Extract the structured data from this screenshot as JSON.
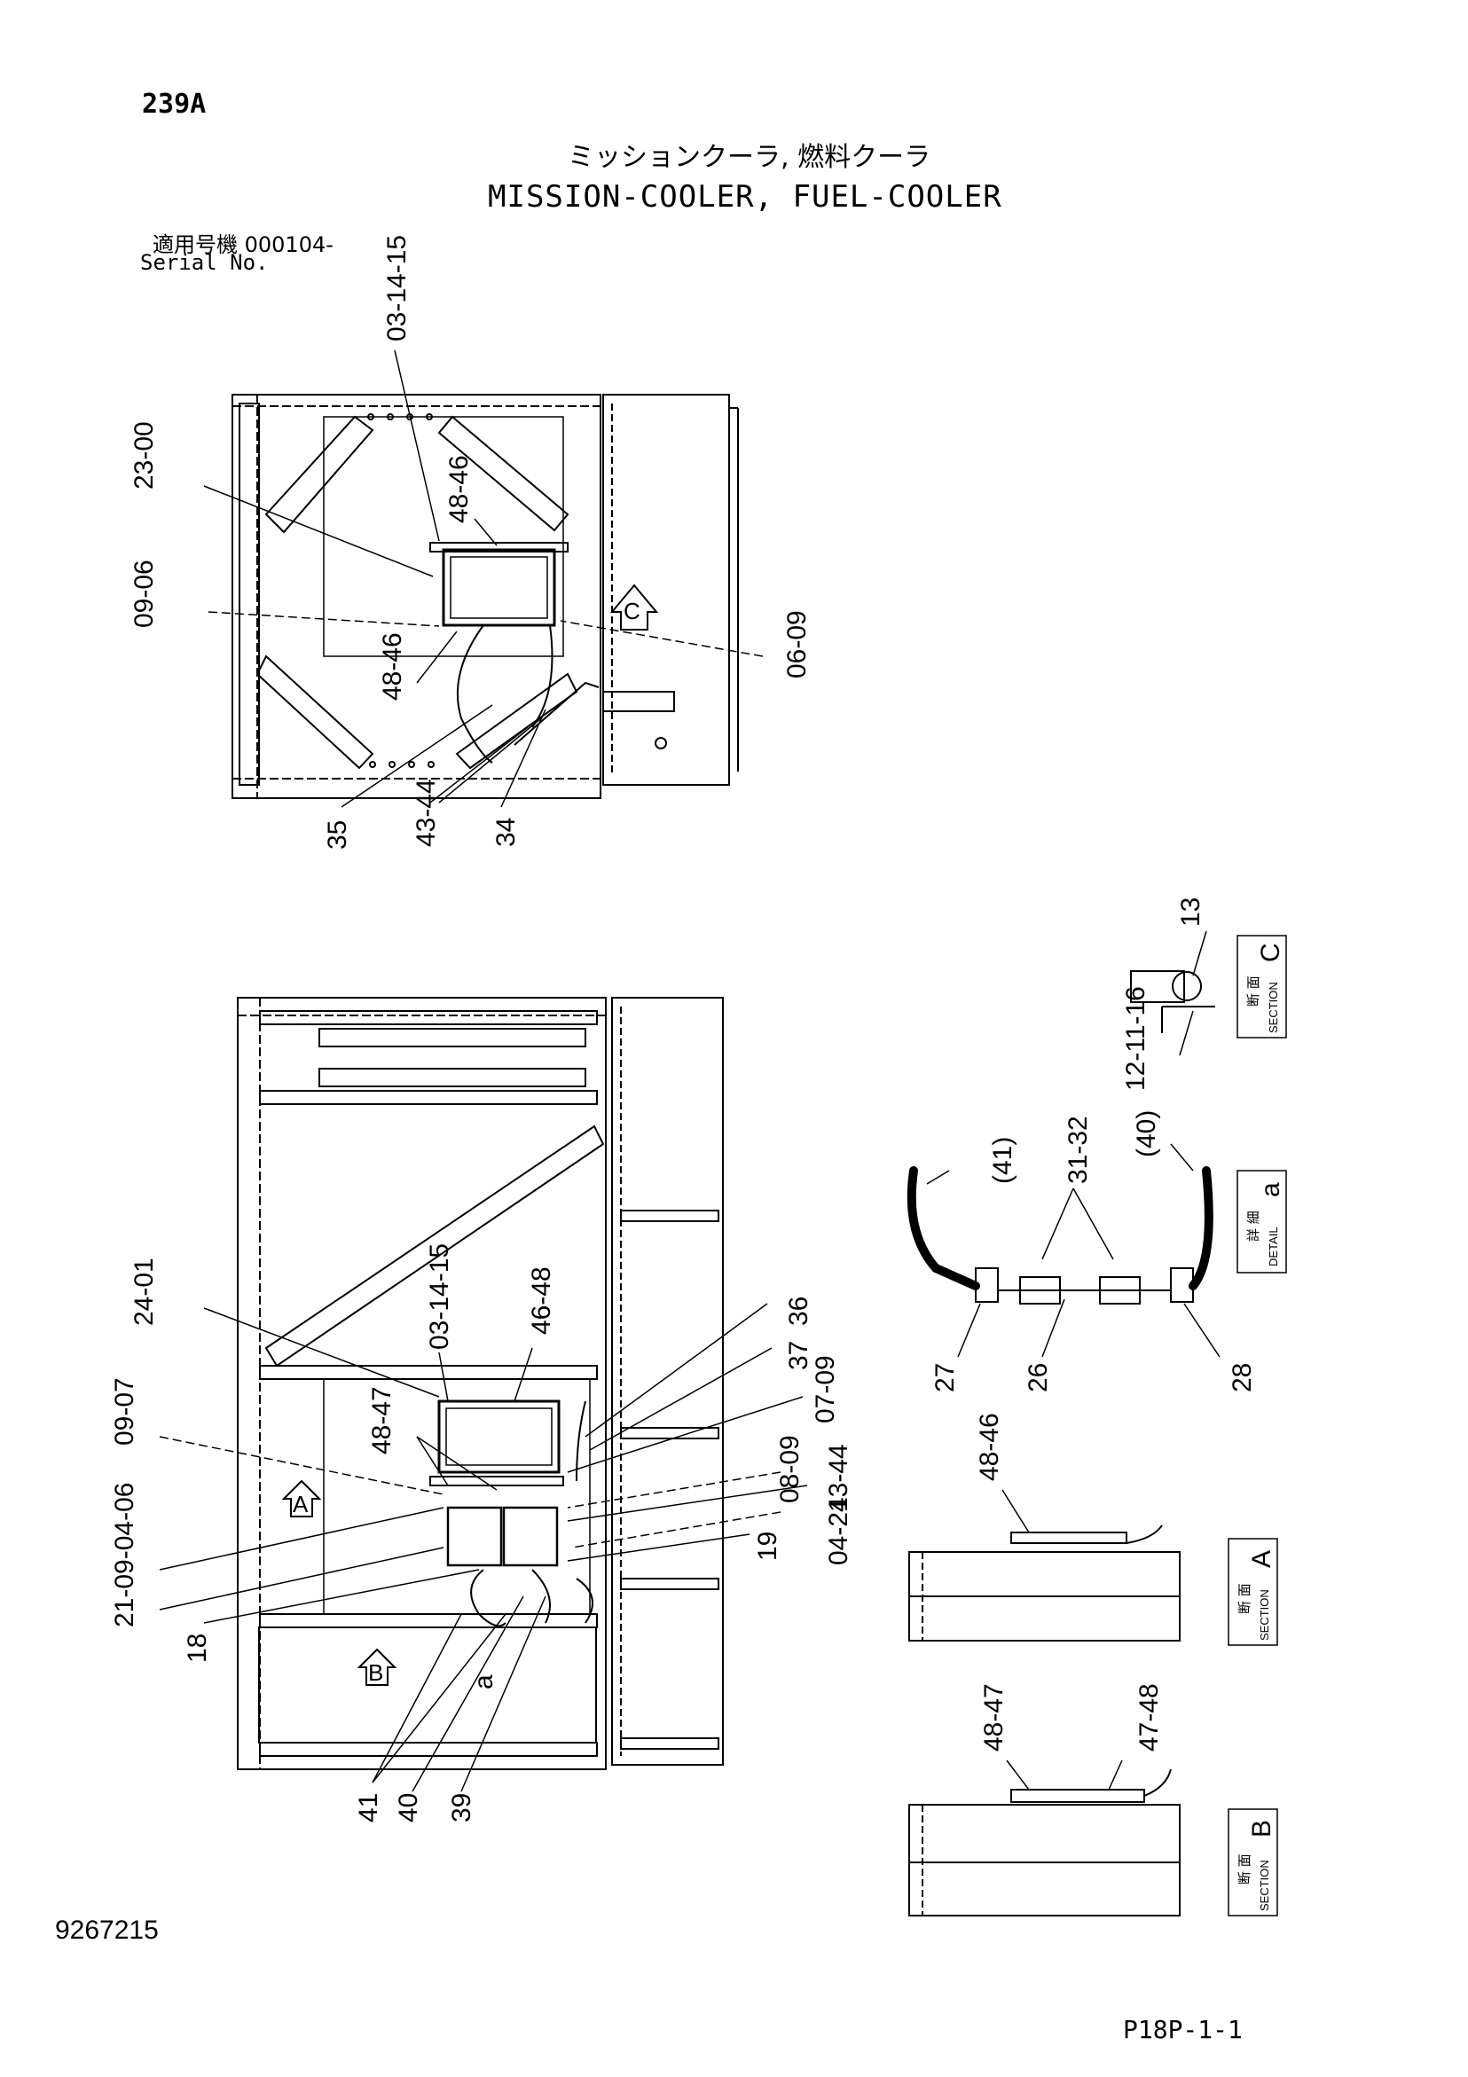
{
  "header": {
    "page_no": "239A",
    "title_jp": "ミッションクーラ, 燃料クーラ",
    "title_en": "MISSION-COOLER, FUEL-COOLER",
    "serial_jp": "適用号機  000104-",
    "serial_en": "Serial No."
  },
  "footer": {
    "doc_no": "9267215",
    "sheet_no": "P18P-1-1"
  },
  "top_view": {
    "callouts": [
      "03-14-15",
      "23-00",
      "48-46",
      "09-06",
      "48-46",
      "06-09",
      "35",
      "43-44",
      "34"
    ],
    "view_arrow": "C"
  },
  "bottom_view": {
    "callouts": [
      "24-01",
      "03-14-15",
      "46-48",
      "36",
      "37",
      "07-09",
      "09-07",
      "48-47",
      "08-09",
      "43-44",
      "04-21",
      "19",
      "21-09-04-06",
      "18",
      "41",
      "40",
      "39",
      "a"
    ],
    "view_arrows": [
      "A",
      "B"
    ]
  },
  "section_c": {
    "label_jp": "断 面",
    "label_en": "SECTION",
    "letter": "C",
    "callouts": [
      "13",
      "12-11-16"
    ]
  },
  "detail_a": {
    "label_jp": "詳 細",
    "label_en": "DETAIL",
    "letter": "a",
    "callouts": [
      "(41)",
      "31-32",
      "(40)",
      "27",
      "26",
      "28"
    ]
  },
  "section_a": {
    "label_jp": "断 面",
    "label_en": "SECTION",
    "letter": "A",
    "callouts": [
      "48-46"
    ]
  },
  "section_b": {
    "label_jp": "断 面",
    "label_en": "SECTION",
    "letter": "B",
    "callouts": [
      "48-47",
      "47-48"
    ]
  }
}
